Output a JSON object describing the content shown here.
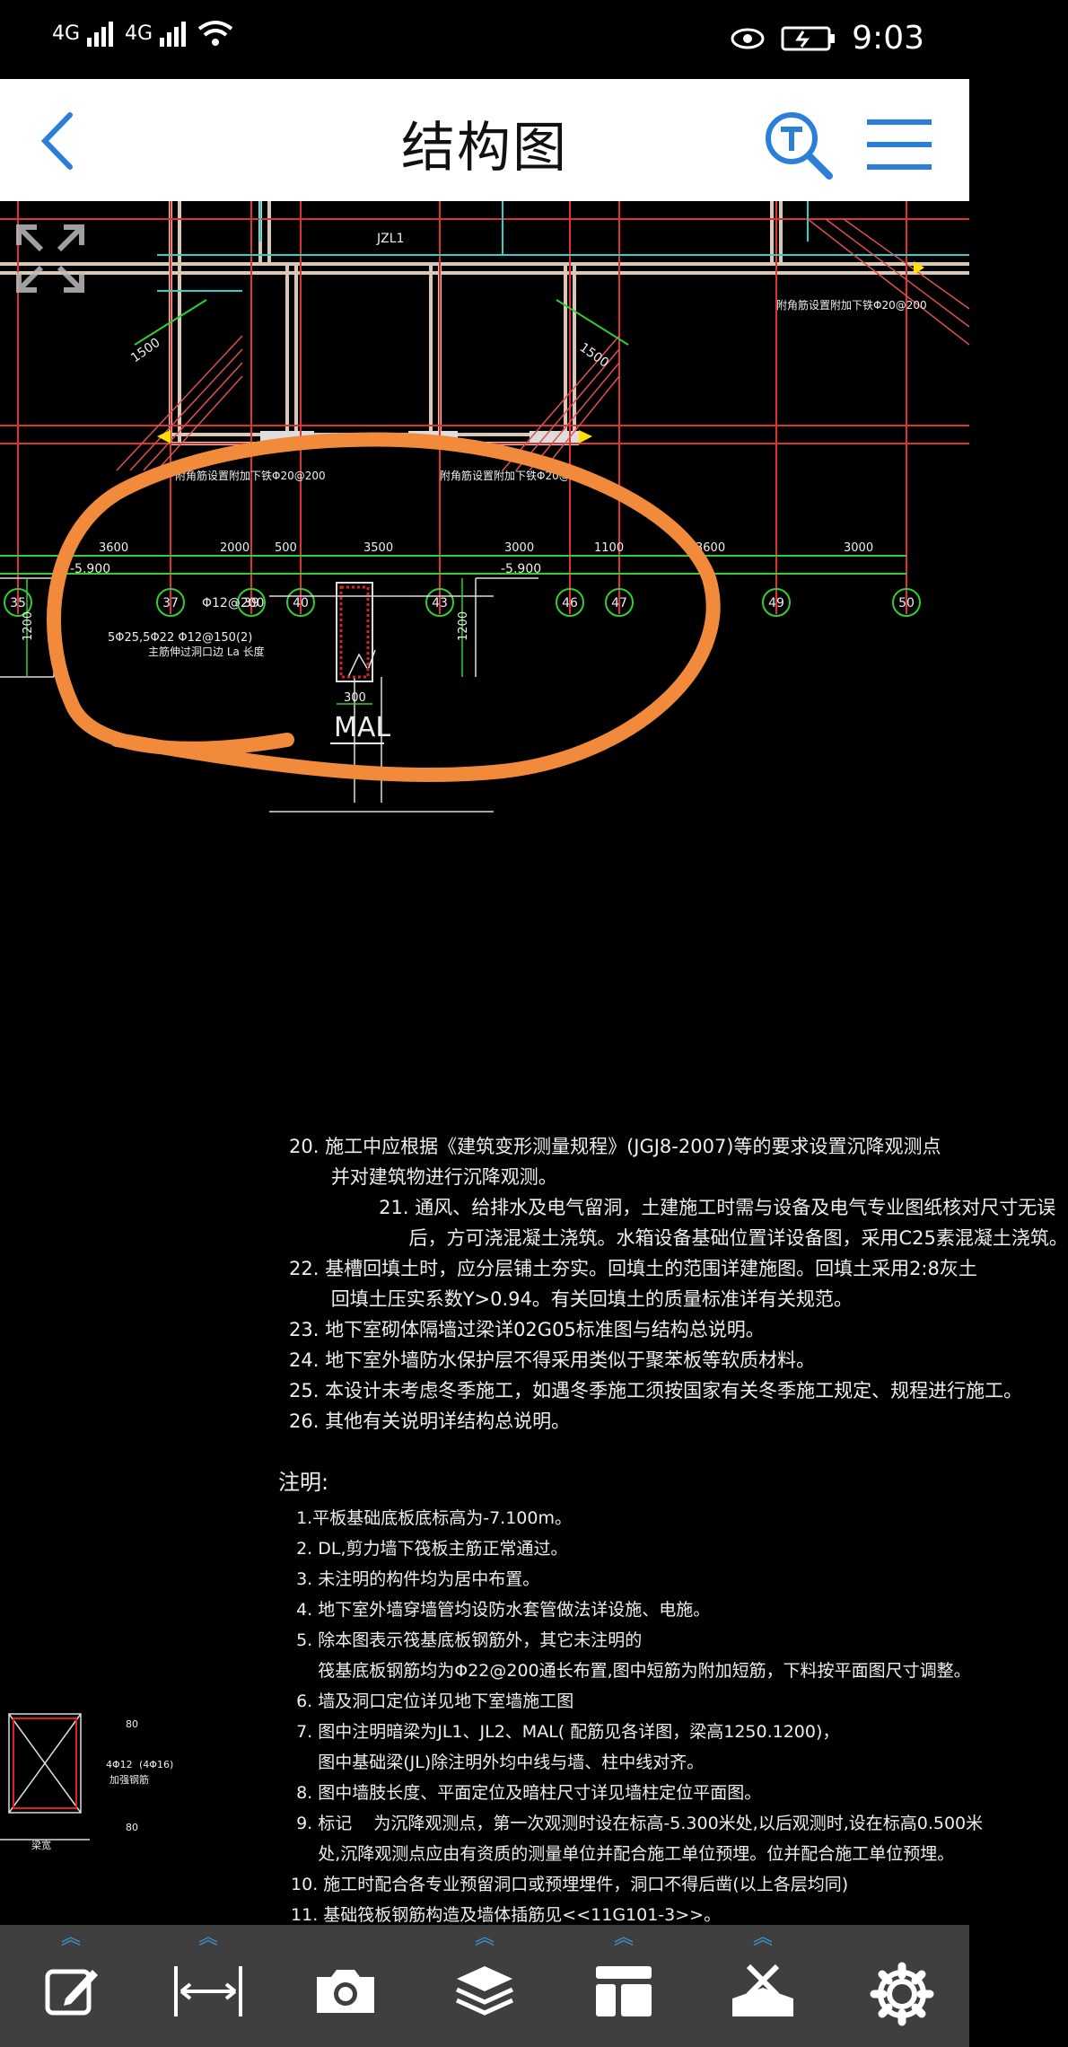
{
  "status_bar": {
    "network1": "4G",
    "network2": "4G",
    "time": "9:03"
  },
  "header": {
    "title": "结构图"
  },
  "drawing": {
    "beam_label": "JZL1",
    "leader_note": "附角筋设置附加下铁Φ20@200",
    "dims_top": [
      "3600",
      "2000",
      "500",
      "3500",
      "3000",
      "1100",
      "3600",
      "3000"
    ],
    "diag_dim": "1500",
    "axes": [
      "35",
      "37",
      "39",
      "40",
      "43",
      "46",
      "47",
      "49",
      "50"
    ],
    "section": {
      "name": "MAL",
      "width": "300",
      "height": "1200",
      "elev_left": "-5.900",
      "elev_right": "-5.900",
      "rebar1": "Φ12@200",
      "rebar2": "5Φ25,5Φ22  Φ12@150(2)",
      "rebar3": "主筋伸过洞口边 La 长度"
    },
    "notes1": [
      "20. 施工中应根据《建筑变形测量规程》(JGJ8-2007)等的要求设置沉降观测点",
      "       并对建筑物进行沉降观测。",
      "               21. 通风、给排水及电气留洞，土建施工时需与设备及电气专业图纸核对尺寸无误",
      "                    后，方可浇混凝土浇筑。水箱设备基础位置详设备图，采用C25素混凝土浇筑。",
      "22. 基槽回填土时，应分层铺土夯实。回填土的范围详建施图。回填土采用2:8灰土",
      "       回填土压实系数Y>0.94。有关回填土的质量标准详有关规范。",
      "23. 地下室砌体隔墙过梁详02G05标准图与结构总说明。",
      "24. 地下室外墙防水保护层不得采用类似于聚苯板等软质材料。",
      "25. 本设计未考虑冬季施工，如遇冬季施工须按国家有关冬季施工规定、规程进行施工。",
      "26. 其他有关说明详结构总说明。"
    ],
    "notes_title": "注明:",
    "notes2": [
      "  1.平板基础底板底标高为-7.100m。",
      "  2. DL,剪力墙下筏板主筋正常通过。",
      "  3. 未注明的构件均为居中布置。",
      "  4. 地下室外墙穿墙管均设防水套管做法详设施、电施。",
      "  5. 除本图表示筏基底板钢筋外，其它未注明的",
      "      筏基底板钢筋均为Φ22@200通长布置,图中短筋为附加短筋，下料按平面图尺寸调整。",
      "  6. 墙及洞口定位详见地下室墙施工图",
      "  7. 图中注明暗梁为JL1、JL2、MAL( 配筋见各详图，梁高1250.1200)，",
      "      图中基础梁(JL)除注明外均中线与墙、柱中线对齐。",
      "  8. 图中墙肢长度、平面定位及暗柱尺寸详见墙柱定位平面图。",
      "  9. 标记    为沉降观测点，第一次观测时设在标高-5.300米处,以后观测时,设在标高0.500米",
      "      处,沉降观测点应由有资质的测量单位并配合施工单位预埋。位并配合施工单位预埋。",
      " 10. 施工时配合各专业预留洞口或预埋埋件，洞口不得后凿(以上各层均同)",
      " 11. 基础筏板钢筋构造及墙体插筋见<<11G101-3>>。"
    ],
    "detail_labels": [
      "80",
      "4Φ12",
      "(4Φ16)",
      "加强钢筋",
      "80",
      "梁宽"
    ]
  },
  "toolbar": {
    "buttons": [
      "annotate-icon",
      "measure-icon",
      "camera-icon",
      "layers-icon",
      "layout-icon",
      "tools-icon",
      "settings-icon"
    ]
  },
  "colors": {
    "accent": "#2b7fd9",
    "markup": "#f28a3c"
  }
}
